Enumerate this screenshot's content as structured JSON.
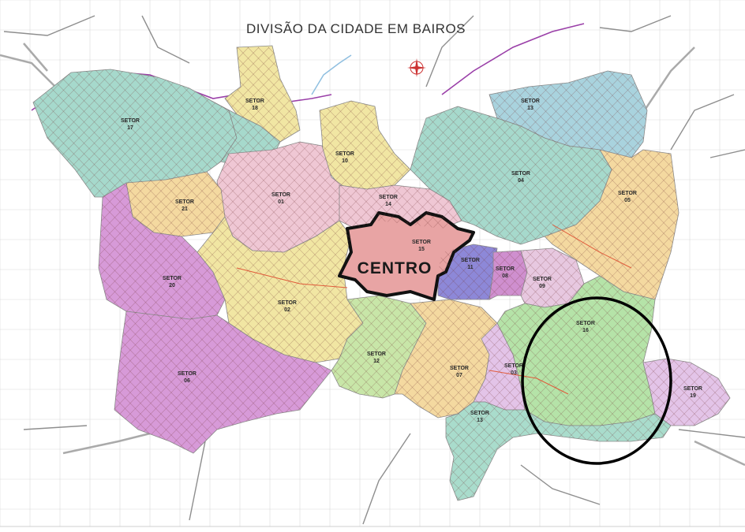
{
  "map": {
    "title": "DIVISÃO DA CIDADE EM BAIROS",
    "center_label": "CENTRO",
    "colors": {
      "teal": "#a6d9cc",
      "pink": "#efc7d4",
      "yellow": "#f1e6a3",
      "purple": "#d79ad8",
      "green": "#b5e3a8",
      "lavender": "#e3c4e8",
      "red": "#e8a4a4",
      "blue": "#8d88d8",
      "orange_line": "#e05a3a",
      "river": "#9a3fa8"
    },
    "compass_icon": "compass-rose-icon",
    "sectors": [
      {
        "id": "s17",
        "label": "SETOR\n17"
      },
      {
        "id": "s18",
        "label": "SETOR\n18"
      },
      {
        "id": "s10",
        "label": "SETOR\n10"
      },
      {
        "id": "s13n",
        "label": "SETOR\n13"
      },
      {
        "id": "s04",
        "label": "SETOR\n04"
      },
      {
        "id": "s05",
        "label": "SETOR\n05"
      },
      {
        "id": "s01",
        "label": "SETOR\n01"
      },
      {
        "id": "s21",
        "label": "SETOR\n21"
      },
      {
        "id": "s14",
        "label": "SETOR\n14"
      },
      {
        "id": "s20",
        "label": "SETOR\n20"
      },
      {
        "id": "s02",
        "label": "SETOR\n02"
      },
      {
        "id": "s11",
        "label": "SETOR\n11"
      },
      {
        "id": "s08",
        "label": "SETOR\n08"
      },
      {
        "id": "s09",
        "label": "SETOR\n09"
      },
      {
        "id": "s16",
        "label": "SETOR\n16"
      },
      {
        "id": "s06",
        "label": "SETOR\n06"
      },
      {
        "id": "s12",
        "label": "SETOR\n12"
      },
      {
        "id": "s07",
        "label": "SETOR\n07"
      },
      {
        "id": "s03",
        "label": "SETOR\n03"
      },
      {
        "id": "s15",
        "label": "SETOR\n15"
      },
      {
        "id": "s13s",
        "label": "SETOR\n13"
      },
      {
        "id": "s19",
        "label": "SETOR\n19"
      },
      {
        "id": "s14b",
        "label": "SETOR\n14"
      }
    ]
  }
}
